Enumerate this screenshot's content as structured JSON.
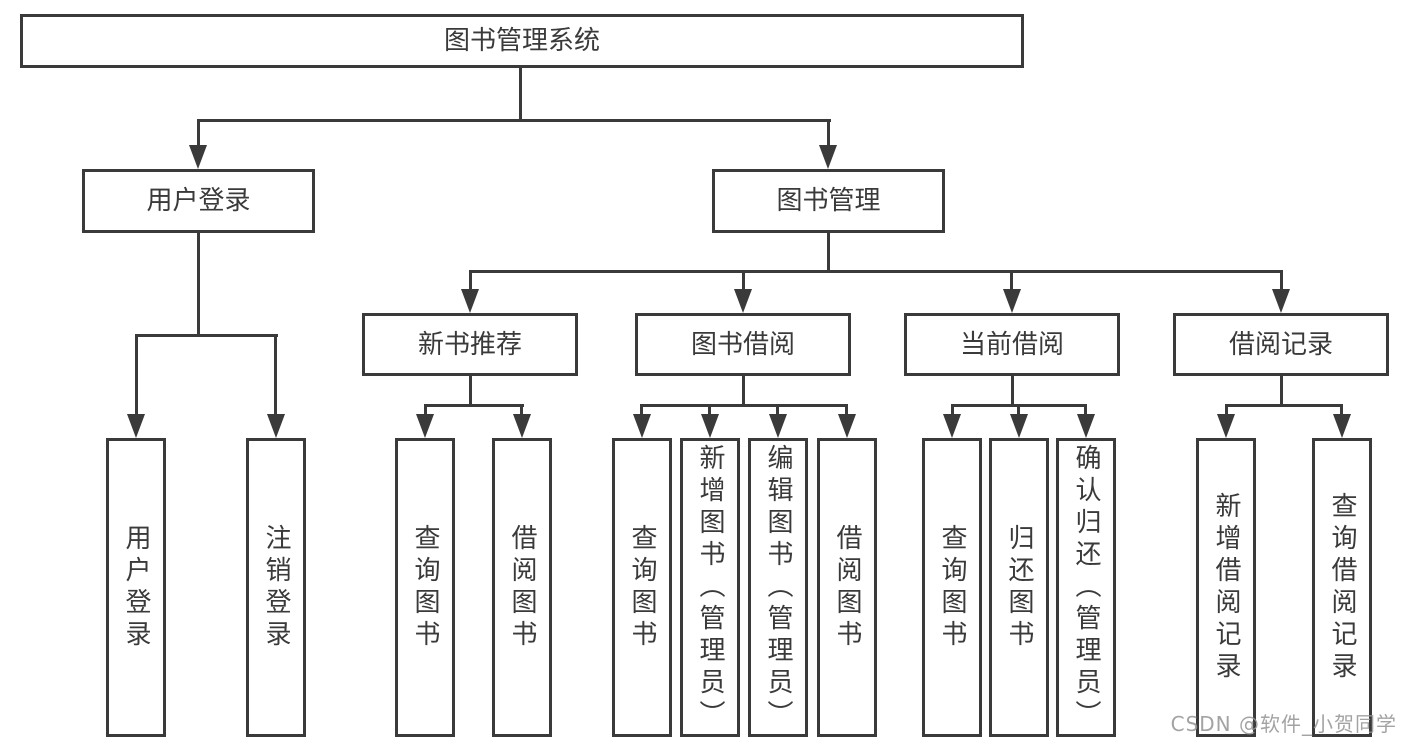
{
  "tree": {
    "label": "图书管理系统",
    "children": [
      {
        "label": "用户登录",
        "children": [
          {
            "label": "用户登录"
          },
          {
            "label": "注销登录"
          }
        ]
      },
      {
        "label": "图书管理",
        "children": [
          {
            "label": "新书推荐",
            "children": [
              {
                "label": "查询图书"
              },
              {
                "label": "借阅图书"
              }
            ]
          },
          {
            "label": "图书借阅",
            "children": [
              {
                "label": "查询图书"
              },
              {
                "label": "新增图书（管理员）"
              },
              {
                "label": "编辑图书（管理员）"
              },
              {
                "label": "借阅图书"
              }
            ]
          },
          {
            "label": "当前借阅",
            "children": [
              {
                "label": "查询图书"
              },
              {
                "label": "归还图书"
              },
              {
                "label": "确认归还（管理员）"
              }
            ]
          },
          {
            "label": "借阅记录",
            "children": [
              {
                "label": "新增借阅记录"
              },
              {
                "label": "查询借阅记录"
              }
            ]
          }
        ]
      }
    ]
  },
  "watermark": {
    "text": "CSDN @软件_小贺同学"
  },
  "colors": {
    "line": "#3a3a3a",
    "text": "#3a3a3a",
    "background": "#ffffff",
    "watermark": "#969696"
  }
}
